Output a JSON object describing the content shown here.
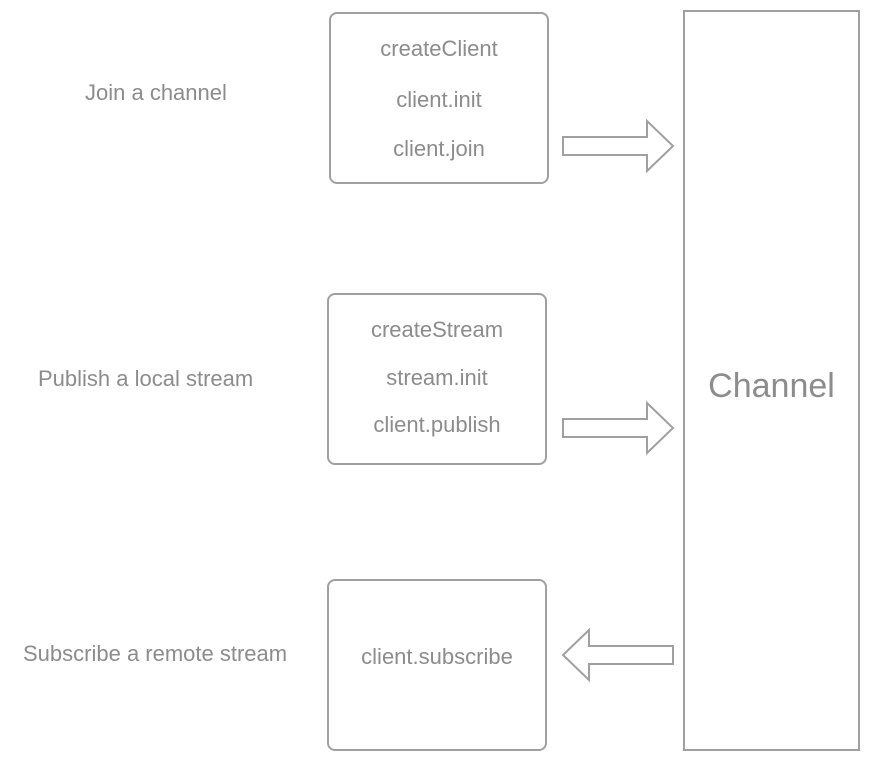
{
  "steps": [
    {
      "label": "Join a channel",
      "calls": [
        "createClient",
        "client.init",
        "client.join"
      ],
      "arrow_direction": "to-channel"
    },
    {
      "label": "Publish a local stream",
      "calls": [
        "createStream",
        "stream.init",
        "client.publish"
      ],
      "arrow_direction": "to-channel"
    },
    {
      "label": "Subscribe a remote stream",
      "calls": [
        "client.subscribe"
      ],
      "arrow_direction": "from-channel"
    }
  ],
  "channel": {
    "label": "Channel"
  },
  "colors": {
    "stroke": "#a0a0a0",
    "text": "#8c8c8c",
    "background": "#ffffff"
  }
}
